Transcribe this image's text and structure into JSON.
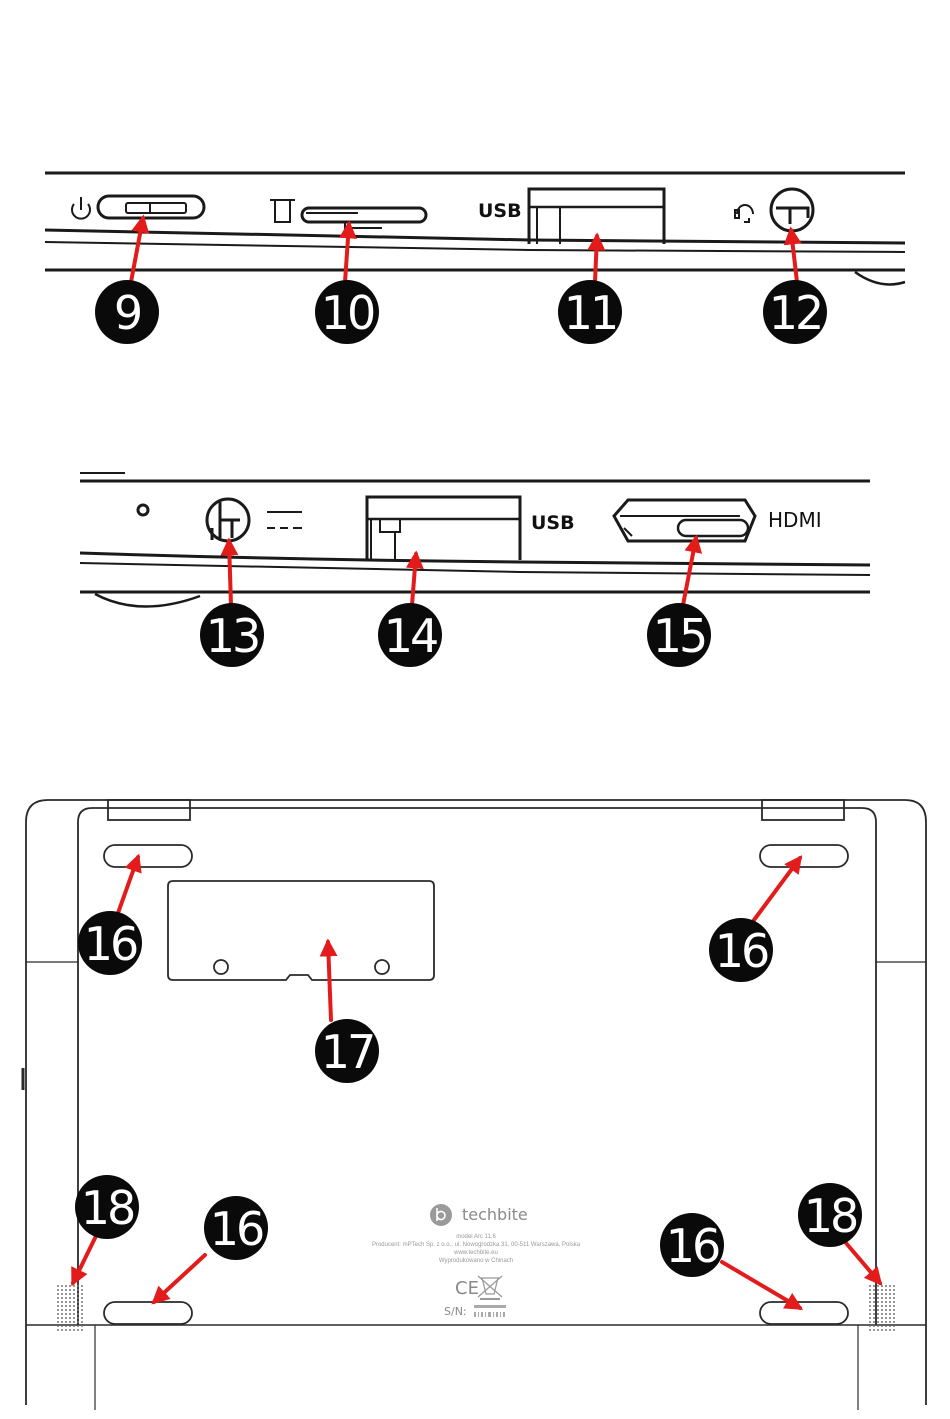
{
  "callouts": [
    "9",
    "10",
    "11",
    "12",
    "13",
    "14",
    "15",
    "16",
    "16",
    "16",
    "16",
    "17",
    "18",
    "18"
  ],
  "labels": {
    "usb_top": "USB",
    "usb_mid": "USB",
    "hdmi": "HDMI"
  },
  "bottom_label": {
    "brand": "techbite",
    "model_line": "model Arc 11.6",
    "producer_line": "Producent: mPTech Sp. z o.o., ul. Nowogrodzka 31, 00-511 Warszawa, Polska",
    "web_line": "www.techbite.eu",
    "made_line": "Wyprodukowano w Chinach",
    "ce_mark": "CE",
    "sn_label": "S/N:"
  },
  "colors": {
    "arrow": "#e31b1b",
    "badge": "#0a0a0a",
    "outline": "#1a1a1a"
  }
}
